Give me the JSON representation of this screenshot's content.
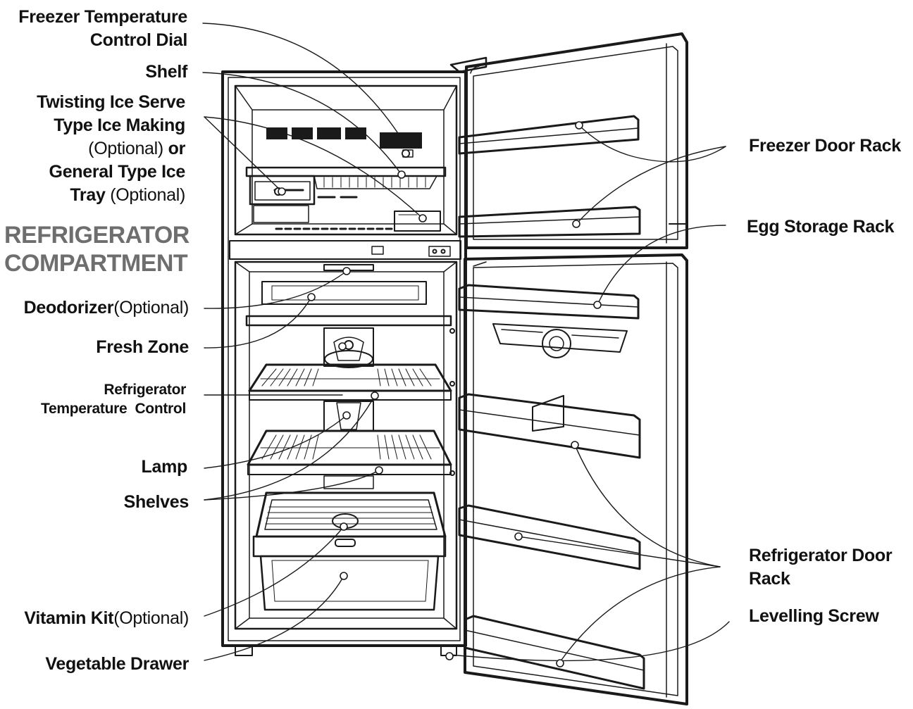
{
  "section_title": {
    "line1": "REFRIGERATOR",
    "line2": "COMPARTMENT"
  },
  "labels": {
    "freezer_dial": {
      "line1": "Freezer Temperature",
      "line2": "Control Dial"
    },
    "shelf": "Shelf",
    "ice_maker": {
      "line1": "Twisting Ice Serve",
      "line2": "Type Ice Making",
      "line3_optional": "(Optional)",
      "line3_or": " or",
      "line4": "General Type Ice",
      "line5": "Tray",
      "line5_optional": " (Optional)"
    },
    "deodorizer": {
      "name": "Deodorizer",
      "optional": "(Optional)"
    },
    "fresh_zone": "Fresh Zone",
    "refrigerator_temp_control": {
      "line1": "Refrigerator",
      "line2a": "Temperature",
      "line2b": "Control"
    },
    "lamp": "Lamp",
    "shelves": "Shelves",
    "vitamin_kit": {
      "name": "Vitamin Kit",
      "optional": "(Optional)"
    },
    "vegetable_drawer": "Vegetable Drawer",
    "freezer_door_rack": "Freezer Door Rack",
    "egg_storage_rack": "Egg Storage Rack",
    "refrigerator_door_rack": {
      "line1": "Refrigerator Door",
      "line2": "Rack"
    },
    "levelling_screw": "Levelling Screw"
  },
  "colors": {
    "ink": "#111111",
    "section_title": "#6e6e6e",
    "background": "#ffffff"
  }
}
